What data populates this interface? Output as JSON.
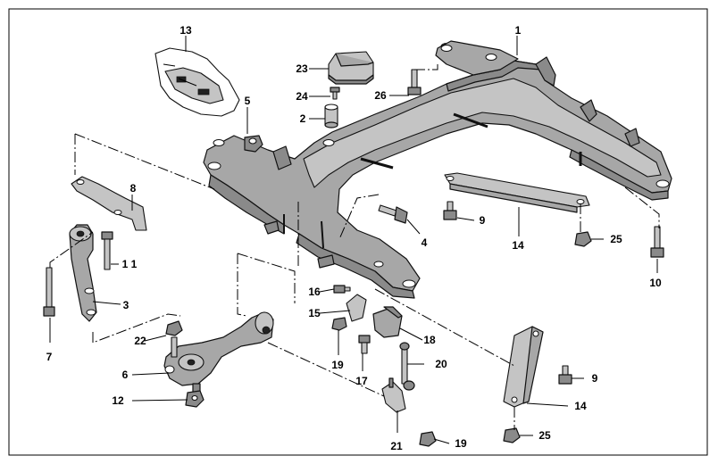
{
  "diagram": {
    "parts": {
      "p1": "1",
      "p2": "2",
      "p3": "3",
      "p4": "4",
      "p5": "5",
      "p6": "6",
      "p7": "7",
      "p8": "8",
      "p9a": "9",
      "p9b": "9",
      "p10": "10",
      "p11": "1 1",
      "p12": "12",
      "p13": "13",
      "p14a": "14",
      "p14b": "14",
      "p15": "15",
      "p16": "16",
      "p17": "17",
      "p18": "18",
      "p19a": "19",
      "p19b": "19",
      "p20": "20",
      "p21": "21",
      "p22": "22",
      "p23": "23",
      "p24": "24",
      "p25a": "25",
      "p25b": "25",
      "p26": "26"
    }
  }
}
